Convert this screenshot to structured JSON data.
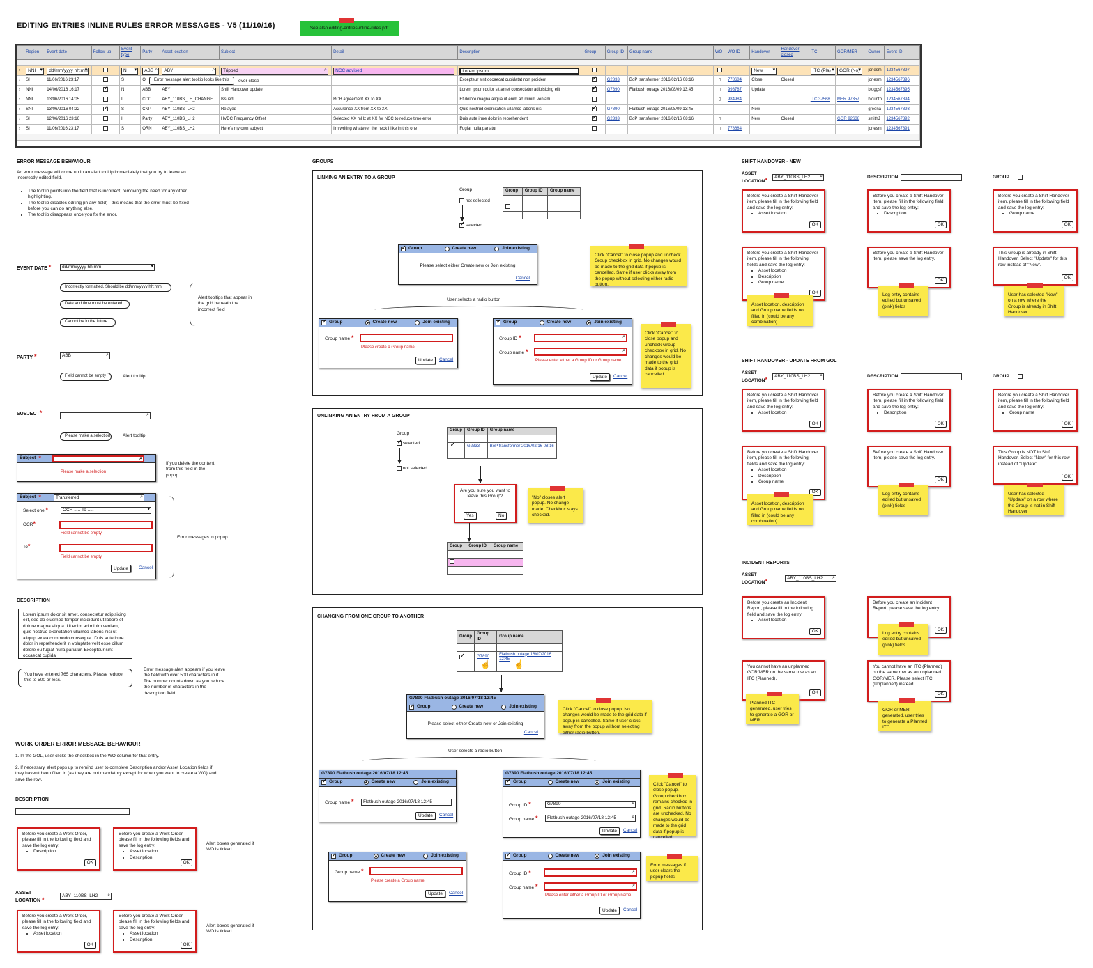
{
  "page": {
    "title": "Editing entries inline rules error messages - v5 (11/10/16)",
    "see_also": "See also editing-entries-inline-rules.pdf"
  },
  "grid": {
    "columns": [
      "Region",
      "Event date",
      "Follow up",
      "Event type",
      "Party",
      "Asset location",
      "Subject",
      "Detail",
      "Description",
      "Group",
      "Group ID",
      "Group name",
      "WO",
      "WO ID",
      "Handover",
      "Handover closed",
      "ITC",
      "GOR/MER",
      "Owner",
      "Event ID"
    ],
    "edit_row": {
      "region": "NNI",
      "event_date": "dd/mm/yyyy hh:mm",
      "event_type": "N",
      "party": "ABB",
      "asset": "ABY",
      "subject": "Tripped",
      "detail": "NCC advised",
      "description": "Lorem ipsum",
      "handover": "New",
      "itc": "ITC (Pla)",
      "gor": "GOR (No)",
      "owner": "jonesm",
      "event_id": "1234567897",
      "tooltip": "Error message alert tooltip looks like this",
      "subject_overflow": "over close"
    },
    "rows": [
      {
        "region": "SI",
        "date": "11/06/2016 23:17",
        "follow": false,
        "type": "S",
        "party": "O",
        "asset": "",
        "subject": "",
        "detail": "",
        "desc": "Excepteur sint occaecat cupidatat non proident",
        "group": true,
        "gid": "G2333",
        "gname": "BoP transformer 2016/02/16 08:16",
        "wo": true,
        "woid": "778684",
        "hand": "Close",
        "hclosed": "Closed",
        "itc": "",
        "gor": "",
        "owner": "jonesm",
        "eid": "1234567896"
      },
      {
        "region": "NNI",
        "date": "14/06/2016 16:17",
        "follow": true,
        "type": "N",
        "party": "ABB",
        "asset": "ABY",
        "subject": "Shift Handover update",
        "detail": "",
        "desc": "Lorem ipsum dolor sit amet consectetur adipisicing elit",
        "group": true,
        "gid": "G7890",
        "gname": "Flatbush outage 2016/08/09 13:45",
        "wo": true,
        "woid": "998787",
        "hand": "Update",
        "hclosed": "",
        "itc": "",
        "gor": "",
        "owner": "bloggsf",
        "eid": "1234567895"
      },
      {
        "region": "NNI",
        "date": "13/06/2016 14:05",
        "follow": false,
        "type": "I",
        "party": "CCC",
        "asset": "ABY_110BS_LH_CHANGE",
        "subject": "Issued",
        "detail": "RCB agreement XX to XX",
        "desc": "Et dolore magna aliqua ut enim ad minim veniam",
        "group": false,
        "gid": "",
        "gname": "",
        "wo": true,
        "woid": "984984",
        "hand": "",
        "hclosed": "",
        "itc": "ITC 37568",
        "gor": "MER 97357",
        "owner": "blountp",
        "eid": "1234567894"
      },
      {
        "region": "SNI",
        "date": "13/06/2016 04:22",
        "follow": true,
        "type": "S",
        "party": "CNP",
        "asset": "ABY_110BS_LH2",
        "subject": "Relayed",
        "detail": "Assurance XX from XX to XX",
        "desc": "Quis nostrud exercitation ullamco laboris nisi",
        "group": true,
        "gid": "G7890",
        "gname": "Flatbush outage 2016/08/09 13:45",
        "wo": false,
        "woid": "",
        "hand": "New",
        "hclosed": "",
        "itc": "",
        "gor": "",
        "owner": "greena",
        "eid": "1234567893"
      },
      {
        "region": "SI",
        "date": "12/06/2016 23:16",
        "follow": false,
        "type": "I",
        "party": "Party",
        "asset": "ABY_110BS_LH2",
        "subject": "HVDC Frequency Offset",
        "detail": "Selected XX mHz at XX for NCC to reduce time error",
        "desc": "Duis aute irure dolor in reprehenderit",
        "group": true,
        "gid": "G2333",
        "gname": "BoP transformer 2016/02/16 08:16",
        "wo": true,
        "woid": "",
        "hand": "New",
        "hclosed": "Closed",
        "itc": "",
        "gor": "GOR 92638",
        "owner": "smithJ",
        "eid": "1234567892"
      },
      {
        "region": "SI",
        "date": "11/06/2016 23:17",
        "follow": false,
        "type": "S",
        "party": "ORN",
        "asset": "ABY_110BS_LH2",
        "subject": "Here's my own subject",
        "detail": "I'm writing whatever the heck I like in this one",
        "desc": "Fugiat nulla pariatur",
        "group": false,
        "gid": "",
        "gname": "",
        "wo": true,
        "woid": "778684",
        "hand": "",
        "hclosed": "",
        "itc": "",
        "gor": "",
        "owner": "jonesm",
        "eid": "1234567891"
      }
    ]
  },
  "left": {
    "h_error": "Error message behaviour",
    "intro": "An error message will come up in an alert tooltip immediately that you try to leave an incorrectly-edited field.",
    "bullets": [
      "The tooltip points into the field that is incorrect, removing the need for any other highlighting.",
      "The tooltip disables editing (in any field) - this means that the error must be fixed before you can do anything else.",
      "The tooltip disappears once you fix the error."
    ],
    "event_date_label": "Event date",
    "event_date_value": "dd/mm/yyyy hh:mm",
    "tips": [
      "Incorrectly formatted. Should be dd/mm/yyyy hh:mm",
      "Date and time must be entered",
      "Cannot be in the future"
    ],
    "tips_note": "Alert tooltips that appear in the grid beneath the incorrect field",
    "party_label": "Party",
    "party_value": "ABB",
    "party_tip": "Field cannot be empty",
    "alert_tooltip": "Alert tooltip",
    "subject_label": "Subject",
    "subject_tip": "Please make a selection",
    "popup_subject_label": "Subject",
    "popup_subject_err": "Please make a selection",
    "popup_note": "If you delete the content from this field in the popup",
    "popup2_value": "Transferred",
    "select_one": "Select one:",
    "select_value": "OCR ..... To .....",
    "ocr": "OCR",
    "to": "To",
    "field_empty": "Field cannot be empty",
    "update": "Update",
    "cancel": "Cancel",
    "popup2_note": "Error messages in popup",
    "desc_label": "Description",
    "desc_text": "Lorem ipsum dolor sit amet, consectetur adipisicing elit, sed do eiusmod tempor incididunt ut labore et dolore magna aliqua. Ut enim ad minim veniam, quis nostrud exercitation ullamco laboris nisi ut aliquip ex ea commodo consequat. Duis aute irure dolor in reprehenderit in voluptate velit esse cillum dolore eu fugiat nulla pariatur. Excepteur sint occaecat cupida",
    "desc_tip": "You have entered 765 characters. Please reduce this to 500 or less.",
    "desc_note": "Error message alert appears if you leave the field with over 500 characters in it. The number counts down as you reduce the number of characters in the description field.",
    "h_wo": "Work order error message behaviour",
    "wo1": "1. In the GOL, user clicks the checkbox in the WO column for that entry.",
    "wo2": "2. If necessary, alert pops up to remind user to complete Description and/or Asset Location fields if they haven't been filled in (as they are not mandatory except for when you want to create a WO) and save the row.",
    "wo_desc_label": "Description",
    "wo_a1": "Before you create a Work Order, please fill in the following field and save the log entry:",
    "wo_a1_items": [
      "Description"
    ],
    "wo_a2": "Before you create a Work Order, please fill in the following fields and save the log entry:",
    "wo_a2_items": [
      "Asset location",
      "Description"
    ],
    "wo_note": "Alert boxes generated if WO is ticked",
    "wo_asset_label": "Asset location",
    "wo_asset_value": "ABY_110BS_LH2",
    "wo_a3": "Before you create a Work Order, please fill in the following field and save the log entry:",
    "wo_a3_items": [
      "Asset location"
    ],
    "ok": "OK"
  },
  "groups": {
    "h": "Groups",
    "link_h": "Linking an entry to a group",
    "group_label": "Group",
    "not_selected": "not selected",
    "selected": "selected",
    "cols": [
      "Group",
      "Group ID",
      "Group name"
    ],
    "create_new": "Create new",
    "join_existing": "Join existing",
    "please_select": "Please select either Create new or Join existing",
    "cancel": "Cancel",
    "update": "Update",
    "sticky1": "Click \"Cancel\" to close popup and uncheck Group checkbox in grid. No changes would be made to the grid data if popup is cancelled. Same if user clicks away from the popup without selecting either radio button.",
    "user_selects": "User selects a radio button",
    "group_name": "Group name",
    "group_id": "Group ID",
    "err_name": "Please create a Group name",
    "err_id": "Please enter either a Group ID or Group name",
    "sticky2": "Click \"Cancel\" to close popup and uncheck Group checkbox in grid. No changes would be made to the grid data if popup is cancelled.",
    "unlink_h": "Unlinking an entry from a group",
    "unlink_gid": "G2333",
    "unlink_gname": "BoP transformer 2016/02/16 08:16",
    "confirm": "Are you sure you want to leave this Group?",
    "yes": "Yes",
    "no": "No",
    "sticky3": "\"No\" closes alert popup. No change made. Checkbox stays checked.",
    "change_h": "Changing from one group to another",
    "change_gid": "G7890",
    "change_gname": "Flatbush outage 16/07/2016 12:45",
    "popup_title": "G7890 Flatbush outage 2016/07/18 12:45",
    "sticky4": "Click \"Cancel\" to close popup. No changes would be made to the grid data if popup is cancelled. Same if user clicks away from the popup without selecting either radio button.",
    "name_value": "Flatbush outage 2016/07/18 12:45",
    "id_value": "G7890",
    "sticky5": "Click \"Cancel\" to close popup. Group checkbox remains checked in grid. Radio buttons are unchecked. No changes would be made to the grid data if popup is cancelled.",
    "sticky6": "Error messages if user clears the popup fields"
  },
  "right": {
    "sh_new": "Shift handover - new",
    "asset": "Asset location",
    "asset_value": "ABY_110BS_LH2",
    "description": "Description",
    "group": "Group",
    "a_asset": "Before you create a Shift Handover item, please fill in the following field and save the log entry:",
    "a_multi": "Before you create a Shift Handover item, please fill in the following fields and save the log entry:",
    "a_save": "Before you create a Shift Handover item, please save the log entry.",
    "i_asset": "Asset location",
    "i_desc": "Description",
    "i_group": "Group name",
    "a_in_sh": "This Group is already in Shift Handover. Select \"Update\" for this row instead of \"New\".",
    "s_multi": "Asset location, description and Group name fields not filled in (could be any combination)",
    "s_log": "Log entry contains edited but unsaved (pink) fields",
    "s_new": "User has selected \"New\" on a row where the Group is already in Shift Handover",
    "sh_upd": "Shift handover - update from GOL",
    "a_not_sh": "This Group is NOT in Shift Handover. Select \"New\" for this row instead of \"Update\".",
    "s_upd": "User has selected \"Update\" on a row where the Group is not in Shift Handover",
    "ir": "Incident reports",
    "ir_a1": "Before you create an Incident Report, please fill in the following field and save the log entry:",
    "ir_a2": "Before you create an Incident Report, please save the log entry.",
    "ir_a3": "You cannot have an unplanned GOR/MER on the same row as an ITC (Planned).",
    "ir_a4": "You cannot have an ITC (Planned) on the same row as an unplanned GOR/MER. Please select ITC (Unplanned) instead.",
    "ir_s3": "Planned ITC generated, user tries to generate a GOR or MER",
    "ir_s4": "GOR or MER generated, user tries to generate a Planned ITC",
    "ok": "OK"
  },
  "colors": {
    "alert_red": "#d21d1d",
    "sticky_yellow": "#fbe94a",
    "popup_blue": "#9ab6e4",
    "link_blue": "#1b45a8",
    "edit_row": "#fde3b8",
    "pink": "#f7b6ef"
  }
}
